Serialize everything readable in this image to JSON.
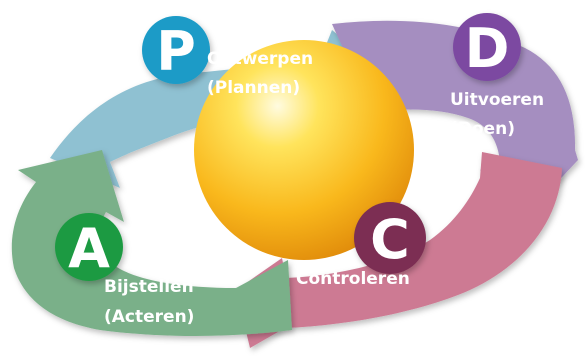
{
  "colors": {
    "plan_arrow": "#8fc1d2",
    "do_arrow": "#a58ec0",
    "check_arrow": "#cd7a93",
    "act_arrow": "#7ab089",
    "plan_badge": "#1b9bc7",
    "do_badge": "#7b4aa1",
    "check_badge": "#7b2f52",
    "act_badge": "#1f9a42",
    "sun": "#f7b316"
  },
  "icons": {
    "center": "sun-sphere"
  },
  "phases": [
    {
      "letter": "P",
      "label_line1": "Ontwerpen",
      "label_line2": "(Plannen)"
    },
    {
      "letter": "D",
      "label_line1": "Uitvoeren",
      "label_line2": "(Doen)"
    },
    {
      "letter": "C",
      "label_line1": "Controleren",
      "label_line2": ""
    },
    {
      "letter": "A",
      "label_line1": "Bijstellen",
      "label_line2": "(Acteren)"
    }
  ]
}
